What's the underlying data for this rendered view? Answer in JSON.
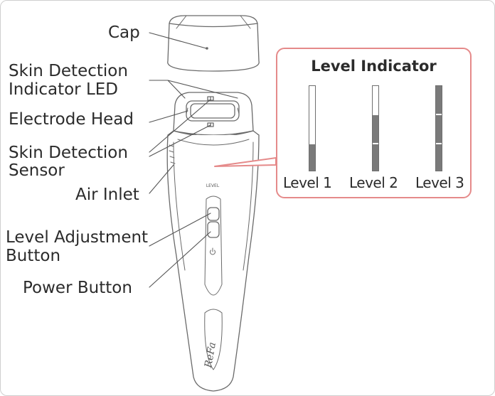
{
  "labels": {
    "cap": "Cap",
    "skin_detection_indicator_led_line1": "Skin Detection",
    "skin_detection_indicator_led_line2": "Indicator LED",
    "electrode_head": "Electrode Head",
    "skin_detection_sensor_line1": "Skin Detection",
    "skin_detection_sensor_line2": "Sensor",
    "air_inlet": "Air Inlet",
    "level_adjustment_button_line1": "Level Adjustment",
    "level_adjustment_button_line2": "Button",
    "power_button": "Power Button"
  },
  "device": {
    "level_text": "LEVEL",
    "brand_logo": "ReFa",
    "power_symbol": "power-icon"
  },
  "level_indicator": {
    "title": "Level Indicator",
    "levels": [
      {
        "label": "Level 1",
        "lit_segments": 1
      },
      {
        "label": "Level 2",
        "lit_segments": 2
      },
      {
        "label": "Level 3",
        "lit_segments": 3
      }
    ],
    "segments_total": 3
  },
  "colors": {
    "outline": "#6a6a6a",
    "text": "#2b2b2b",
    "callout_border": "#e58a8a",
    "segment_lit": "#7a7a7a"
  }
}
